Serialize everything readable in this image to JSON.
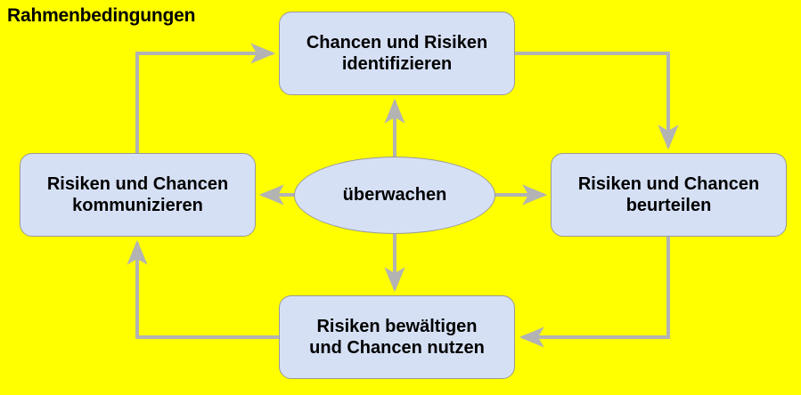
{
  "diagram": {
    "title": "Rahmenbedingungen",
    "background_color": "#ffff00",
    "node_fill_color": "#d6e0f5",
    "node_border_color": "#9a9a9a",
    "arrow_color": "#b3b3b3",
    "text_color": "#000000",
    "type": "cycle-process-diagram",
    "nodes": {
      "top": {
        "line1": "Chancen und Risiken",
        "line2": "identifizieren"
      },
      "right": {
        "line1": "Risiken und Chancen",
        "line2": "beurteilen"
      },
      "bottom": {
        "line1": "Risiken bewältigen",
        "line2": "und Chancen nutzen"
      },
      "left": {
        "line1": "Risiken und Chancen",
        "line2": "kommunizieren"
      },
      "center": {
        "label": "überwachen"
      }
    },
    "connections": [
      {
        "from": "top",
        "to": "right",
        "style": "elbow"
      },
      {
        "from": "right",
        "to": "bottom",
        "style": "elbow"
      },
      {
        "from": "bottom",
        "to": "left",
        "style": "elbow"
      },
      {
        "from": "left",
        "to": "top",
        "style": "elbow"
      },
      {
        "from": "center",
        "to": "top",
        "style": "straight"
      },
      {
        "from": "center",
        "to": "right",
        "style": "straight"
      },
      {
        "from": "center",
        "to": "bottom",
        "style": "straight"
      },
      {
        "from": "center",
        "to": "left",
        "style": "straight"
      }
    ]
  }
}
